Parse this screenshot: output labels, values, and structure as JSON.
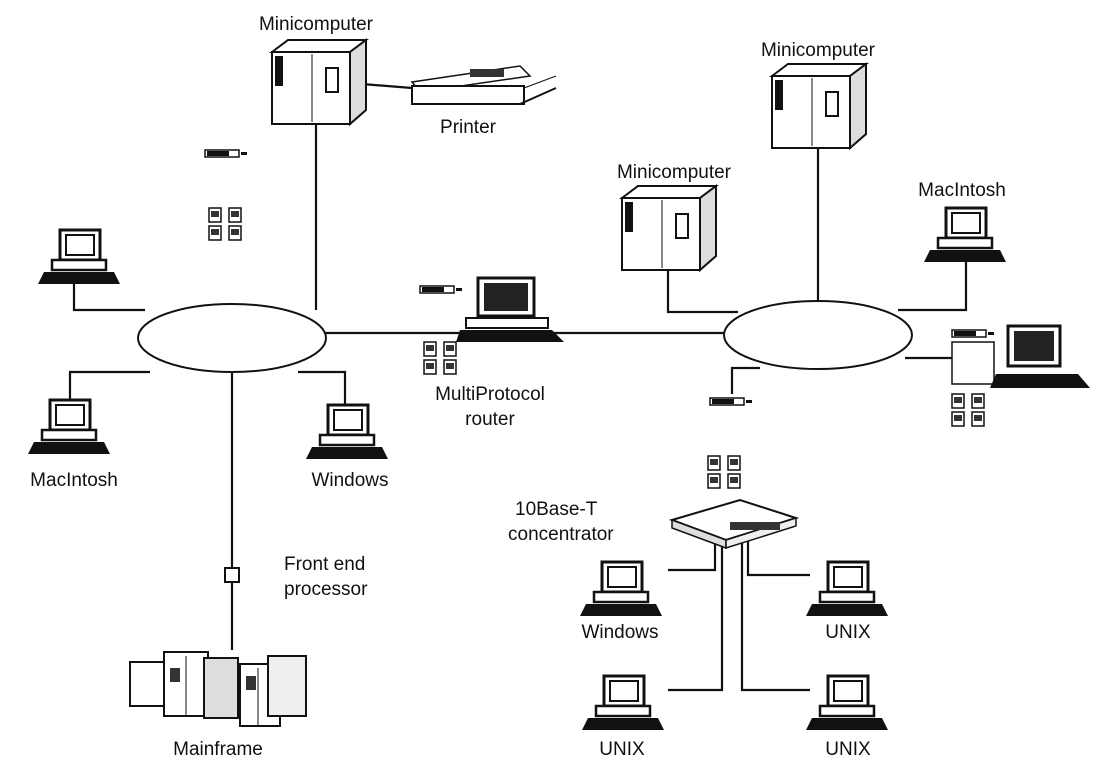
{
  "labels": {
    "mini_left": "Minicomputer",
    "printer": "Printer",
    "mini_right_top": "Minicomputer",
    "mini_right_mid": "Minicomputer",
    "mac_right": "MacIntosh",
    "mac_left": "MacIntosh",
    "windows_left": "Windows",
    "router_line1": "MultiProtocol",
    "router_line2": "router",
    "fep_line1": "Front end",
    "fep_line2": "processor",
    "mainframe": "Mainframe",
    "conc_line1": "10Base-T",
    "conc_line2": "concentrator",
    "windows_bottom": "Windows",
    "unix_right_top": "UNIX",
    "unix_left_bottom": "UNIX",
    "unix_right_bottom": "UNIX"
  },
  "colors": {
    "ink": "#111111",
    "screen": "#222222",
    "paper": "#ffffff",
    "case": "#f2f2f2"
  }
}
